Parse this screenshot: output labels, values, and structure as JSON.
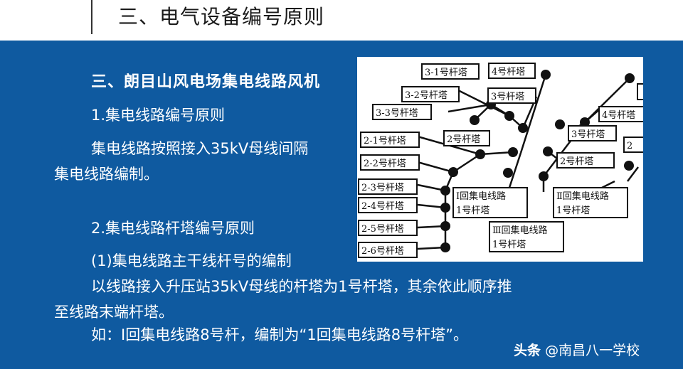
{
  "header": {
    "title": "三、电气设备编号原则"
  },
  "content": {
    "section_title": "三、朗目山风电场集电线路风机",
    "p1": "1.集电线路编号原则",
    "p2": "集电线路按照接入35kV母线间隔",
    "p3": "集电线路编制。",
    "p4": "2.集电线路杆塔编号原则",
    "p5": "(1)集电线路主干线杆号的编制",
    "p6": "以线路接入升压站35kV母线的杆塔为1号杆塔，其余依此顺序推",
    "p7": "至线路末端杆塔。",
    "p8": "如：Ⅰ回集电线路8号杆，编制为“1回集电线路8号杆塔”。"
  },
  "diagram": {
    "labels": {
      "t31": "3-1号杆塔",
      "t4a": "4号杆塔",
      "t32": "3-2号杆塔",
      "t3a": "3号杆塔",
      "t33": "3-3号杆塔",
      "t21": "2-1号杆塔",
      "t2a": "2号杆塔",
      "t22": "2-2号杆塔",
      "t23": "2-3号杆塔",
      "t24": "2-4号杆塔",
      "t25": "2-5号杆塔",
      "t26": "2-6号杆塔",
      "l1a": "Ⅰ回集电线路",
      "l1b": "1号杆塔",
      "l2a": "Ⅱ回集电线路",
      "l2b": "1号杆塔",
      "l3a": "Ⅲ回集电线路",
      "l3b": "1号杆塔",
      "t4b": "4号杆塔",
      "t3b": "3号杆塔",
      "t2b": "2号杆塔",
      "t2c": "2"
    }
  },
  "watermark": {
    "brand": "头条",
    "account": "@南昌八一学校"
  }
}
